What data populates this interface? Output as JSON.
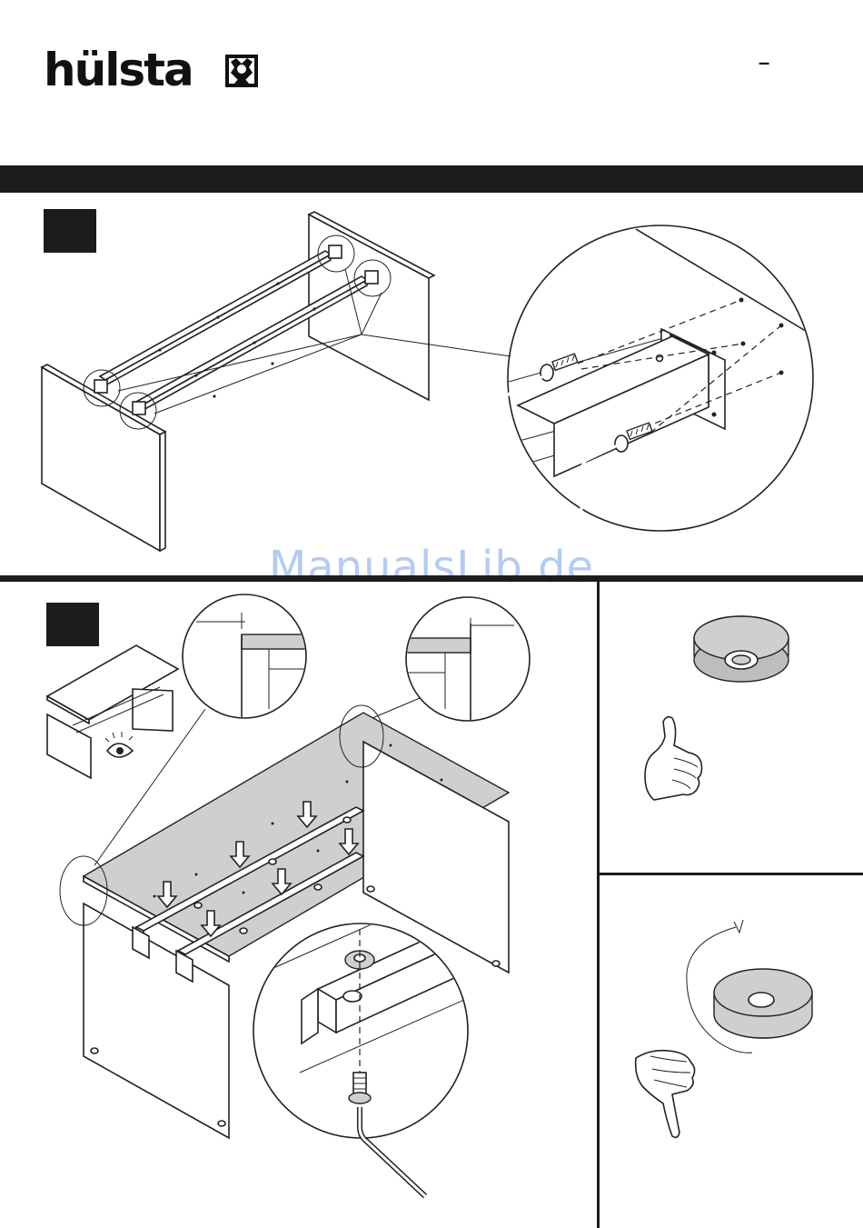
{
  "header": {
    "brand": "hülsta",
    "brand_mark_icon": "huelsta-logo-icon",
    "page_dash": "–"
  },
  "steps": [
    {
      "id": "step-1",
      "marker": "filled-square"
    },
    {
      "id": "step-2",
      "marker": "filled-square"
    }
  ],
  "watermark": "ManualsLib.de",
  "icons": {
    "allen_key": "allen-key-icon",
    "thumbs_up": "thumbs-up-icon",
    "thumbs_down": "thumbs-down-icon",
    "eye": "eye-icon",
    "arrow_down": "arrow-down-icon",
    "cam_nut": "cam-nut-icon",
    "rotate_arrow": "rotate-arrow-icon"
  },
  "colors": {
    "bars": "#1c1c1c",
    "panel_grey": "#cfcfcf",
    "watermark": "#78a0e1"
  }
}
